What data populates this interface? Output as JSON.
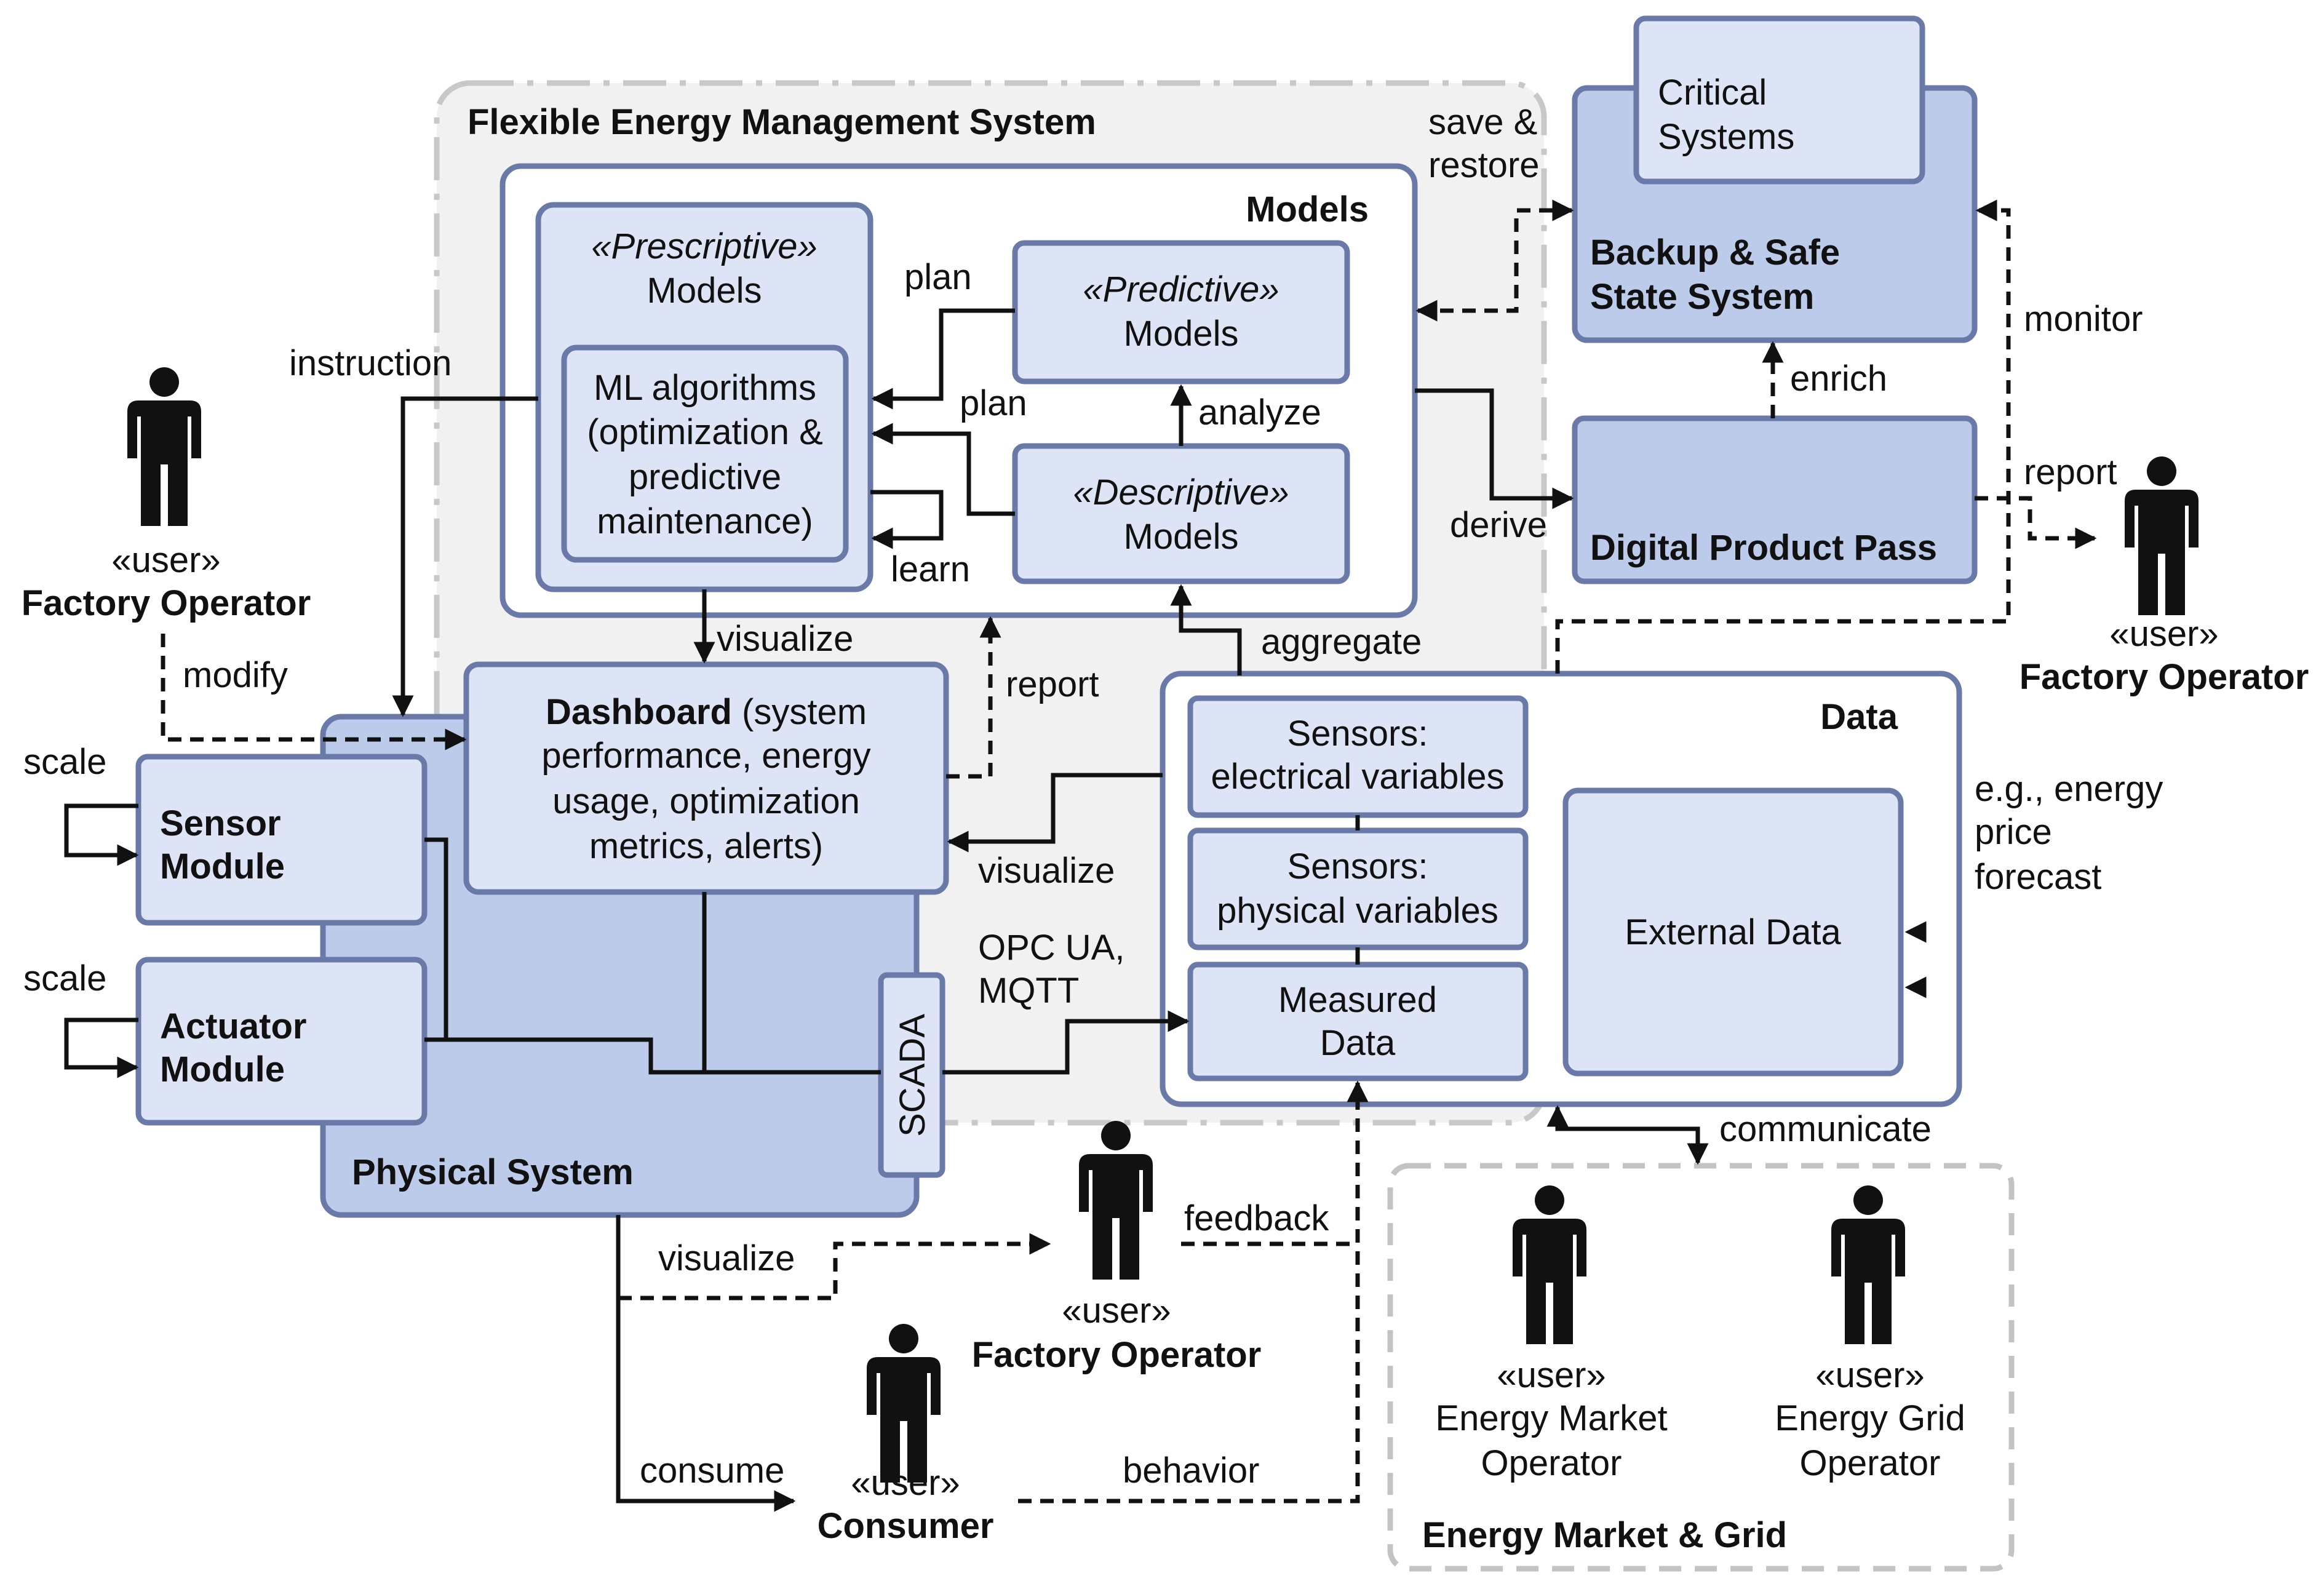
{
  "regions": {
    "fems_title": "Flexible Energy Management System",
    "models_title": "Models",
    "data_title": "Data",
    "physical_title": "Physical System",
    "grid_title": "Energy Market & Grid"
  },
  "boxes": {
    "prescriptive": {
      "stereotype": "«Prescriptive»",
      "label": "Models"
    },
    "ml": [
      "ML algorithms",
      "(optimization &",
      "predictive",
      "maintenance)"
    ],
    "predictive": {
      "stereotype": "«Predictive»",
      "label": "Models"
    },
    "descriptive": {
      "stereotype": "«Descriptive»",
      "label": "Models"
    },
    "dashboard": {
      "bold": "Dashboard",
      "line1_rest": " (system",
      "line2": "performance, energy",
      "line3": "usage, optimization",
      "line4": "metrics, alerts)"
    },
    "sensor_module": [
      "Sensor",
      "Module"
    ],
    "actuator_module": [
      "Actuator",
      "Module"
    ],
    "scada": "SCADA",
    "sensors_elec": [
      "Sensors:",
      "electrical variables"
    ],
    "sensors_phys": [
      "Sensors:",
      "physical variables"
    ],
    "measured": [
      "Measured",
      "Data"
    ],
    "external": "External Data",
    "critical": [
      "Critical",
      "Systems"
    ],
    "backup": [
      "Backup & Safe",
      "State System"
    ],
    "dpp": "Digital Product Pass"
  },
  "actors": {
    "operator_left": {
      "stereotype": "«user»",
      "name": "Factory Operator"
    },
    "operator_right": {
      "stereotype": "«user»",
      "name": "Factory Operator"
    },
    "operator_bottom": {
      "stereotype": "«user»",
      "name": "Factory Operator"
    },
    "consumer": {
      "stereotype": "«user»",
      "name": "Consumer"
    },
    "market_operator": {
      "stereotype": "«user»",
      "name": [
        "Energy Market",
        "Operator"
      ]
    },
    "grid_operator": {
      "stereotype": "«user»",
      "name": [
        "Energy Grid",
        "Operator"
      ]
    }
  },
  "edges": {
    "plan_top": "plan",
    "plan_mid": "plan",
    "analyze": "analyze",
    "learn": "learn",
    "instruction": "instruction",
    "visualize_down": "visualize",
    "report_up": "report",
    "aggregate": "aggregate",
    "visualize_data": "visualize",
    "opc": [
      "OPC UA,",
      "MQTT"
    ],
    "save_restore": [
      "save &",
      "restore"
    ],
    "derive": "derive",
    "enrich": "enrich",
    "monitor": "monitor",
    "report_right": "report",
    "modify": "modify",
    "scale_sensor": "scale",
    "scale_actuator": "scale",
    "price_forecast": [
      "e.g., energy",
      "price",
      "forecast"
    ],
    "communicate": "communicate",
    "visualize_physical": "visualize",
    "feedback": "feedback",
    "consume": "consume",
    "behavior": "behavior"
  }
}
